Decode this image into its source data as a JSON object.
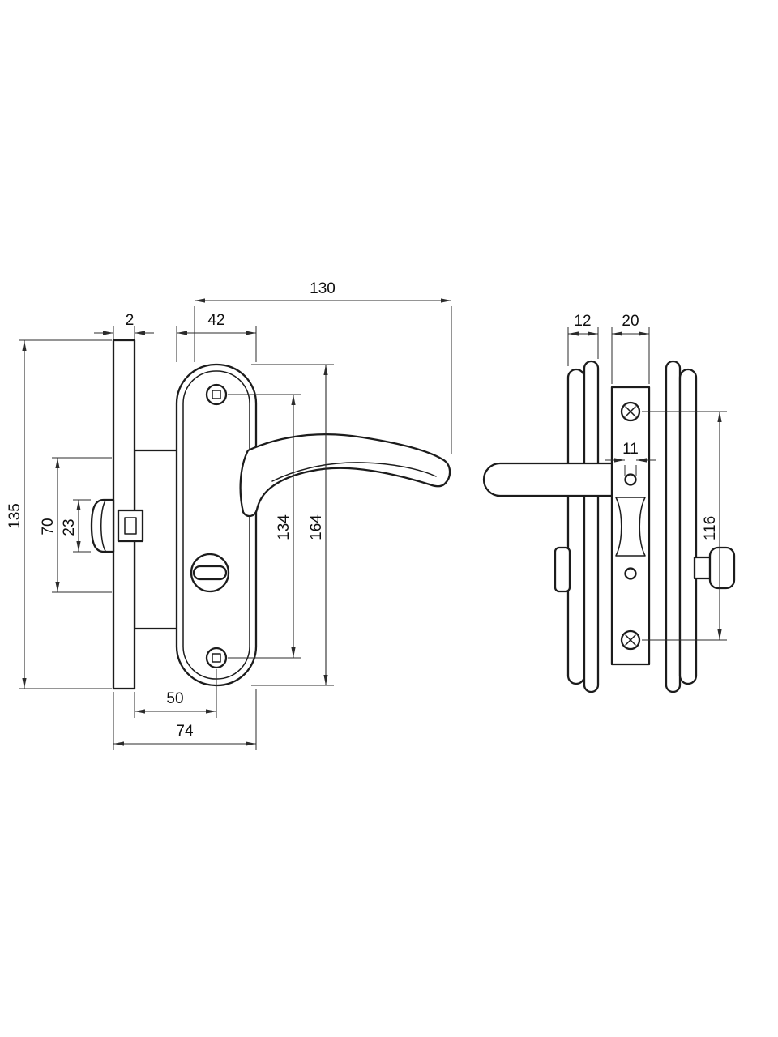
{
  "style": {
    "line_color": "#1c1c1c",
    "dim_color": "#2b2b2b",
    "background": "#ffffff"
  },
  "front_view": {
    "dims": {
      "overall_width": "130",
      "plate_width": "42",
      "faceplate_thickness": "2",
      "faceplate_height": "135",
      "case_height": "70",
      "follower_height": "23",
      "screw_spacing": "134",
      "plate_height": "164",
      "backset": "50",
      "case_depth": "74"
    }
  },
  "side_view": {
    "dims": {
      "rose_stack_thickness": "12",
      "plate_thickness": "20",
      "hole_diameter": "11",
      "screw_spacing": "116"
    }
  }
}
